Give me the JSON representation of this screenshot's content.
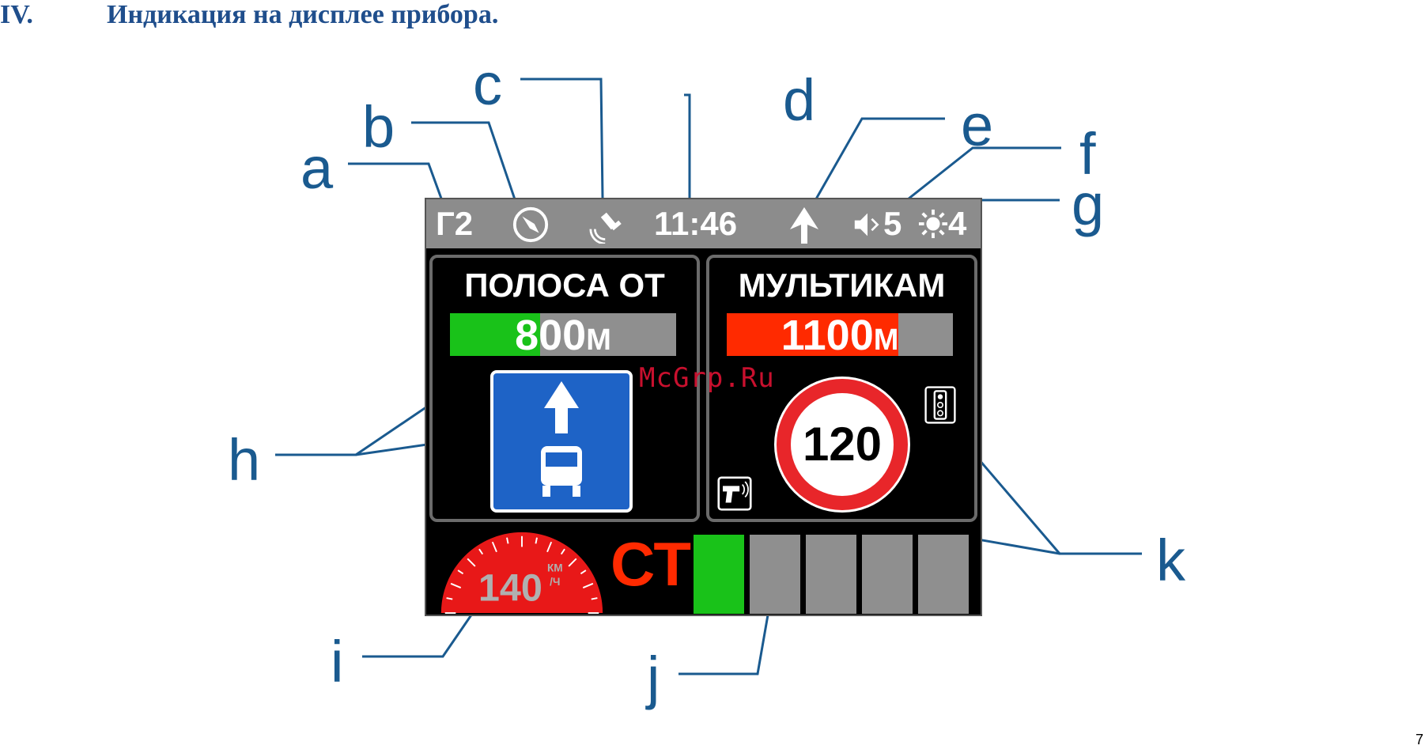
{
  "heading": {
    "number": "IV.",
    "title": "Индикация на дисплее прибора."
  },
  "page_number": "7",
  "watermark": "McGrp.Ru",
  "callouts": [
    "a",
    "b",
    "c",
    "d",
    "e",
    "f",
    "g",
    "h",
    "i",
    "j",
    "k"
  ],
  "status_bar": {
    "mode": "Г2",
    "time": "11:46",
    "volume": "5",
    "brightness": "4",
    "icons": [
      "compass-icon",
      "satellite-icon",
      "direction-arrow-icon",
      "speaker-icon",
      "sun-icon"
    ]
  },
  "left_panel": {
    "title": "ПОЛОСА ОТ",
    "distance": "800",
    "unit": "М",
    "bar_color": "#19c219",
    "bar_fill": 0.4,
    "sign": "bus-lane-sign-icon"
  },
  "right_panel": {
    "title": "МУЛЬТИКАМ",
    "distance": "1100",
    "unit": "М",
    "bar_color": "#ff2a00",
    "bar_fill": 0.76,
    "speed_limit": "120",
    "icons": [
      "traffic-light-camera-icon",
      "speed-gun-icon"
    ]
  },
  "bottom_bar": {
    "speed": "140",
    "speed_unit_top": "КМ",
    "speed_unit_bottom": "/Ч",
    "status": "СТ",
    "segments": [
      "#19c219",
      "#8f8f8f",
      "#8f8f8f",
      "#8f8f8f",
      "#8f8f8f"
    ]
  },
  "colors": {
    "callout": "#1a5a8f",
    "heading": "#1f4e8c",
    "status_red": "#ff2a00"
  }
}
